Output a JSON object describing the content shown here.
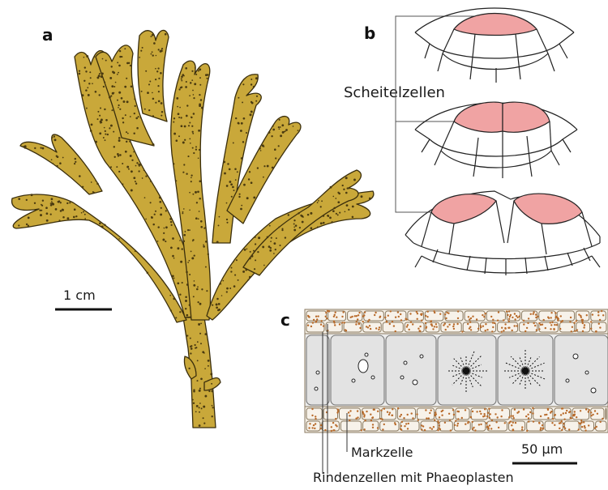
{
  "panels": {
    "a": {
      "letter": "a",
      "scale_label": "1 cm"
    },
    "b": {
      "letter": "b",
      "label": "Scheitelzellen"
    },
    "c": {
      "letter": "c",
      "label_medulla": "Markzelle",
      "label_cortex": "Rindenzellen mit Phaeoplasten",
      "scale_label": "50 µm"
    }
  },
  "colors": {
    "thallus_fill": "#c9a83a",
    "thallus_dots": "#4a3a10",
    "apical_cell": "#f0a3a3",
    "cortex_dots": "#b86a2a",
    "cell_grey": "#e3e3e3"
  }
}
